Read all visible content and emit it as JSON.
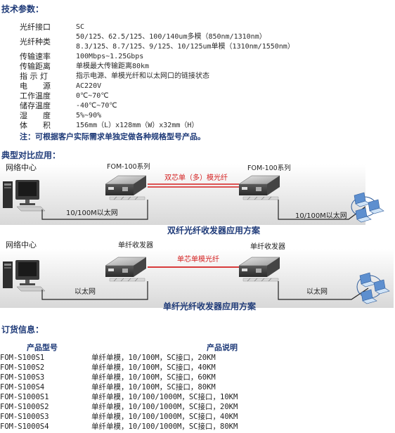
{
  "specs": {
    "title": "技术参数：",
    "rows": [
      {
        "label": "光纤接口",
        "value": "SC"
      },
      {
        "label": "光纤种类",
        "value": "50/125、62.5/125、100/140um多模（850nm/1310nm）"
      },
      {
        "label": "",
        "value": "8.3/125、8.7/125、9/125、10/125um单模（1310nm/1550nm）"
      },
      {
        "label": "传输速率",
        "value": "100Mbps~1.25Gbps"
      },
      {
        "label": "传输距离",
        "value": "单模最大传输距离80km"
      },
      {
        "label": "指 示 灯",
        "value": "指示电源、单模光纤和以太网口的链接状态"
      },
      {
        "label": "电　　源",
        "value": "AC220V"
      },
      {
        "label": "工作温度",
        "value": "0℃~70℃"
      },
      {
        "label": "储存温度",
        "value": "-40℃~70℃"
      },
      {
        "label": "湿　　度",
        "value": "5%~90%"
      },
      {
        "label": "体　　积",
        "value": "156mm（L）x128mm（W）x32mm（H）"
      }
    ],
    "note": "注：可根据客户实际需求单独定做各种规格型号产品。"
  },
  "applications": {
    "title": "典型对比应用：",
    "diagram1": {
      "network_center": "网络中心",
      "left_device": "FOM-100系列",
      "right_device": "FOM-100系列",
      "fiber_label": "双芯单（多）模光纤",
      "left_lan": "10/100M以太网",
      "right_lan": "10/100M以太网",
      "caption": "双纤光纤收发器应用方案"
    },
    "diagram2": {
      "network_center": "网络中心",
      "left_device": "单纤收发器",
      "right_device": "单纤收发器",
      "fiber_label": "单芯单模光纤",
      "left_lan": "以太网",
      "right_lan": "以太网",
      "caption": "单纤光纤收发器应用方案"
    }
  },
  "order": {
    "title": "订货信息：",
    "col_model": "产品型号",
    "col_desc": "产品说明",
    "rows": [
      {
        "model": "FOM-S100S1",
        "desc": "单纤单模，10/100M，SC接口，20KM"
      },
      {
        "model": "FOM-S100S2",
        "desc": "单纤单模，10/100M，SC接口，40KM"
      },
      {
        "model": "FOM-S100S3",
        "desc": "单纤单模，10/100M，SC接口，60KM"
      },
      {
        "model": "FOM-S100S4",
        "desc": "单纤单模，10/100M，SC接口，80KM"
      },
      {
        "model": "FOM-S1000S1",
        "desc": "单纤单模，10/100/1000M，SC接口，10KM"
      },
      {
        "model": "FOM-S1000S2",
        "desc": "单纤单模，10/100/1000M，SC接口，20KM"
      },
      {
        "model": "FOM-S1000S3",
        "desc": "单纤单模，10/100/1000M，SC接口，40KM"
      },
      {
        "model": "FOM-S1000S4",
        "desc": "单纤单模，10/100/1000M，SC接口，80KM"
      }
    ]
  },
  "colors": {
    "heading": "#1e3a78",
    "fiber": "#d42020",
    "panel": "#ececec"
  }
}
